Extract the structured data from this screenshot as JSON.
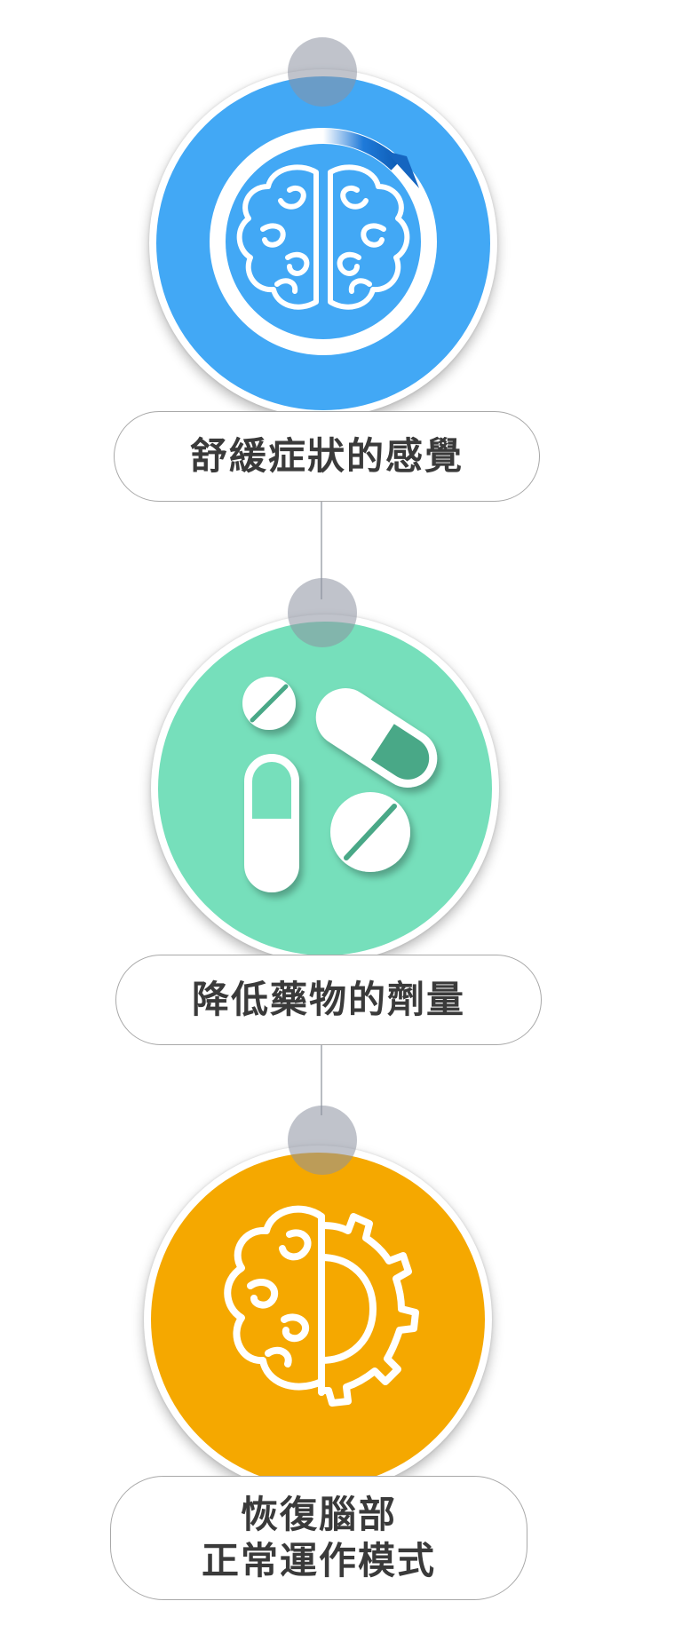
{
  "steps": [
    {
      "label": "舒緩症狀的感覺",
      "icon": "brain-cycle-icon",
      "color": "#42a8f5"
    },
    {
      "label": "降低藥物的劑量",
      "icon": "pills-icon",
      "color": "#76dfbb"
    },
    {
      "label_lines": [
        "恢復腦部",
        "正常運作模式"
      ],
      "icon": "brain-gear-icon",
      "color": "#f5a800"
    }
  ]
}
